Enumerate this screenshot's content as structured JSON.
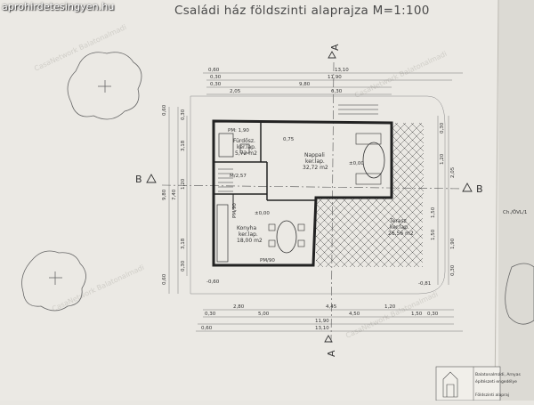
{
  "watermark": "aprohirdetesingyen.hu",
  "title": "Családi ház földszinti alaprajza M=1:100",
  "ghost_text": "CasaNetwork Balatonalmadi",
  "section_marks": {
    "left": "B",
    "right": "B",
    "top": "A",
    "bottom": "A"
  },
  "side_note": "Ch./ÖVL/1",
  "rooms": {
    "bathroom": {
      "name": "Fürdősz.",
      "floor": "ker.lap.",
      "area": "5,72 m2"
    },
    "living": {
      "name": "Nappali",
      "floor": "ker.lap.",
      "area": "32,72 m2"
    },
    "kitchen": {
      "name": "Konyha",
      "floor": "ker.lap.",
      "area": "18,00 m2"
    },
    "terrace": {
      "name": "Terasz",
      "floor": "ker.lap.",
      "area": "26,56 m2"
    }
  },
  "labels": {
    "pm_190_top": "PM: 1,90",
    "pm_90_bottom": "PM/90",
    "pm_90_side": "PM/90",
    "stair": "M/2,57",
    "level_a": "±0,00",
    "level_b": "±0,00",
    "level_c": "-0,60",
    "level_d": "-0,81"
  },
  "dims_top": [
    "13,10",
    "11,90",
    "9,80",
    "6,30",
    "2,05",
    "0,60",
    "0,30",
    "0,30",
    "0,75"
  ],
  "dims_bottom": [
    "2,80",
    "4,45",
    "1,20",
    "5,00",
    "4,50",
    "1,50",
    "11,90",
    "13,10",
    "0,60",
    "0,30",
    "0,30"
  ],
  "dims_left": [
    "9,80",
    "7,40",
    "3,18",
    "3,18",
    "1,20",
    "0,30",
    "0,60",
    "0,30",
    "0,60"
  ],
  "dims_right": [
    "0,30",
    "1,20",
    "1,50",
    "1,50",
    "2,05",
    "1,90",
    "0,30"
  ],
  "title_block": {
    "line1": "Balatonalmádi, Arnyas",
    "line2": "építészeti engedélye",
    "line3": "Földszinti alapraj"
  }
}
